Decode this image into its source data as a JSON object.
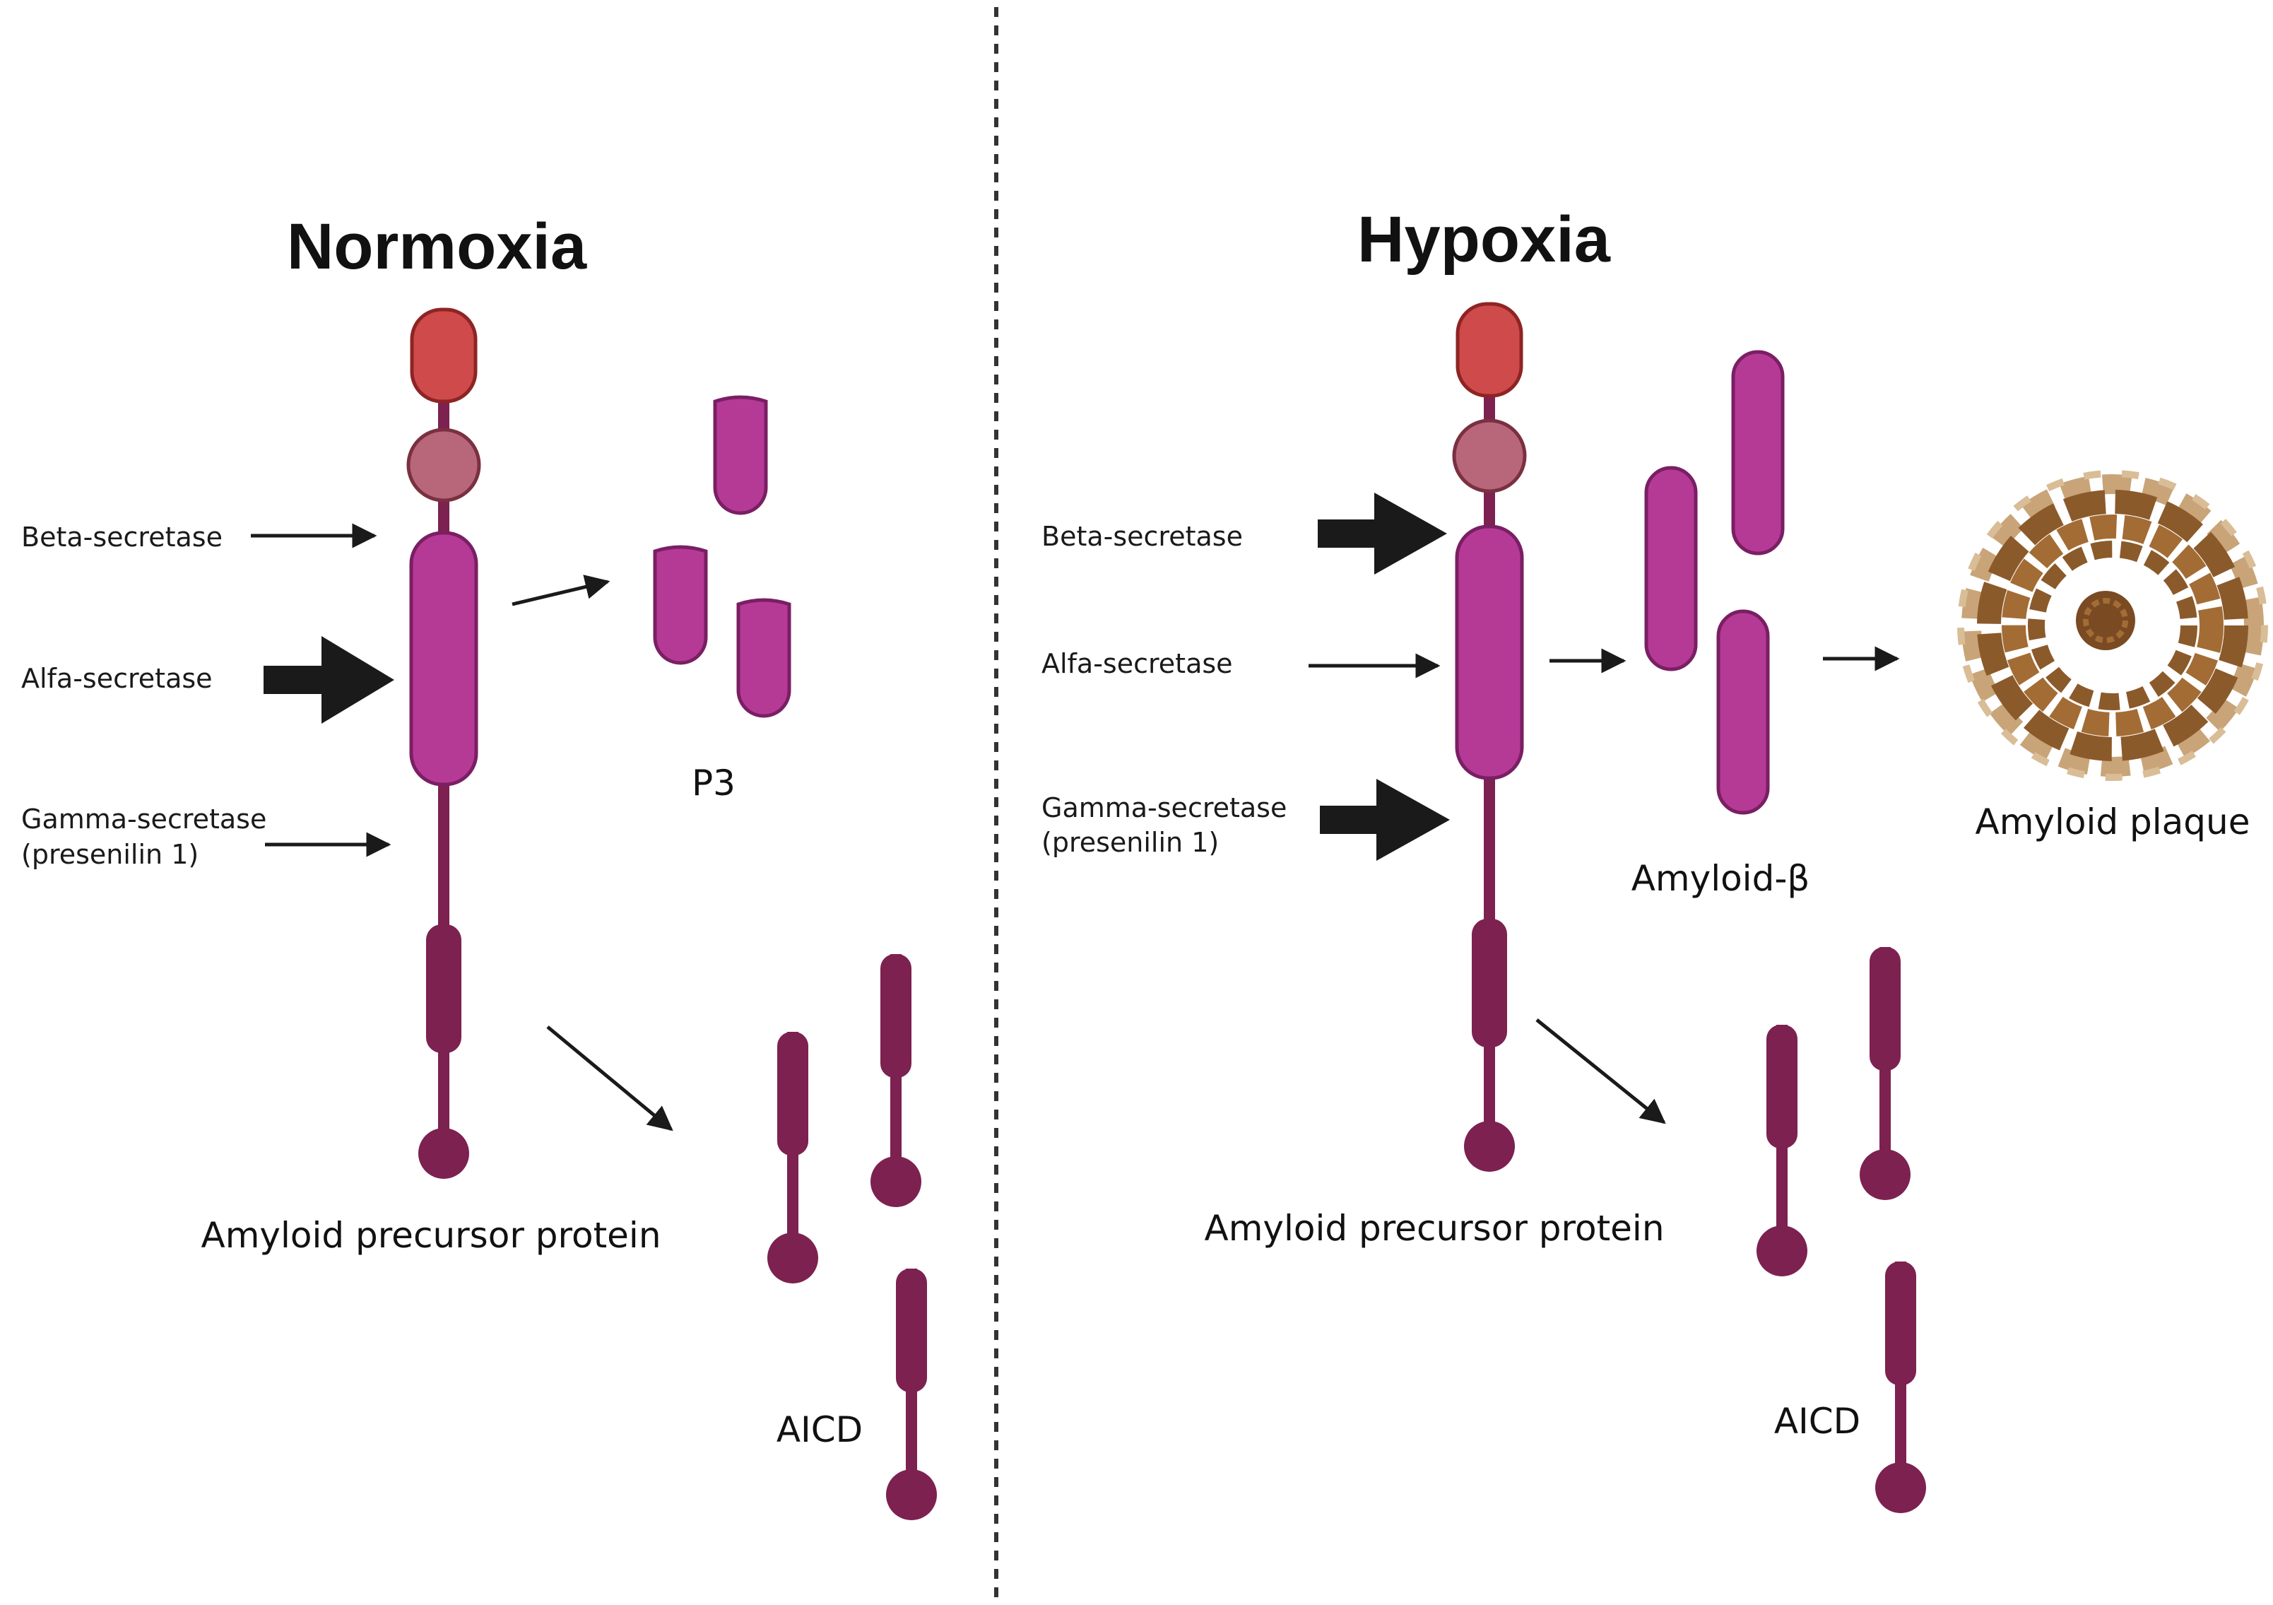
{
  "panels": [
    {
      "title": "Normoxia",
      "enzymes": {
        "beta": "Beta-secretase",
        "alfa": "Alfa-secretase",
        "gamma_line1": "Gamma-secretase",
        "gamma_line2": "(presenilin 1)"
      },
      "protein_label": "Amyloid precursor protein",
      "fragment_label": "P3",
      "aicd_label": "AICD"
    },
    {
      "title": "Hypoxia",
      "enzymes": {
        "beta": "Beta-secretase",
        "alfa": "Alfa-secretase",
        "gamma_line1": "Gamma-secretase",
        "gamma_line2": "(presenilin 1)"
      },
      "protein_label": "Amyloid precursor protein",
      "fragment_label": "Amyloid-β",
      "plaque_label": "Amyloid plaque",
      "aicd_label": "AICD"
    }
  ],
  "colors": {
    "n_domain": "#cf4a4a",
    "n_domain_stroke": "#8e2424",
    "mid_domain": "#b8677a",
    "mid_domain_stroke": "#7a3040",
    "abeta": "#b53a96",
    "abeta_stroke": "#7a1f63",
    "stem": "#7c2150",
    "arrow": "#1a1a1a",
    "plaque": "#8b5a2b",
    "plaque_light": "#c8a478",
    "divider": "#333333"
  }
}
